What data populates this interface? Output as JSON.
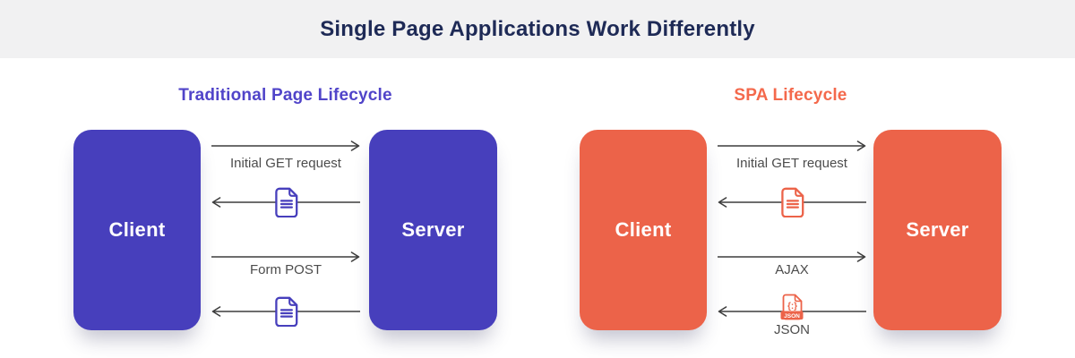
{
  "header": {
    "title": "Single Page Applications Work Differently"
  },
  "left": {
    "title": "Traditional Page Lifecycle",
    "client_label": "Client",
    "server_label": "Server",
    "flows": [
      {
        "direction": "right",
        "label": "Initial GET request"
      },
      {
        "direction": "left",
        "icon": "document-icon"
      },
      {
        "direction": "right",
        "label": "Form POST"
      },
      {
        "direction": "left",
        "icon": "document-icon"
      }
    ]
  },
  "right": {
    "title": "SPA Lifecycle",
    "client_label": "Client",
    "server_label": "Server",
    "flows": [
      {
        "direction": "right",
        "label": "Initial GET request"
      },
      {
        "direction": "left",
        "icon": "document-icon"
      },
      {
        "direction": "right",
        "label": "AJAX"
      },
      {
        "direction": "left",
        "icon": "json-file-icon",
        "label": "JSON"
      }
    ],
    "json_icon": {
      "braces": "{:}",
      "badge": "JSON"
    }
  },
  "colors": {
    "header-bg": "#f1f1f2",
    "header-text": "#1e2a56",
    "purple": "#473fbc",
    "purple-title": "#5044c9",
    "orange": "#ec6349",
    "orange-title": "#f4694c",
    "arrow": "#3d3d3d",
    "label": "#4c4c4c"
  }
}
